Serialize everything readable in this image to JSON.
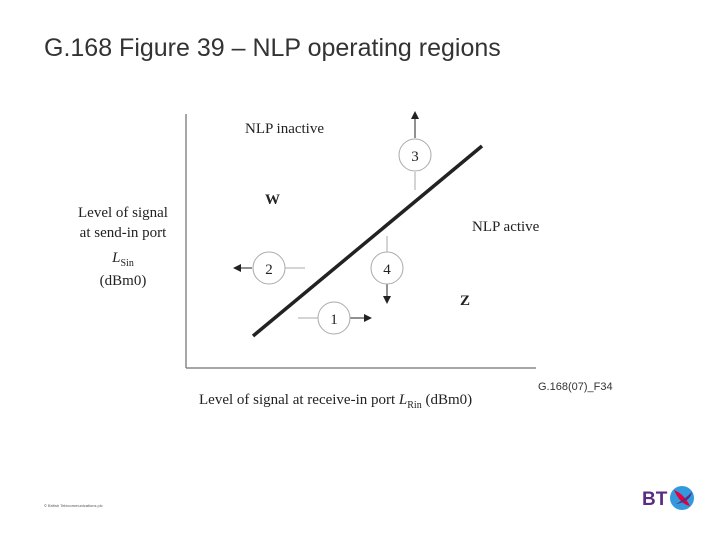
{
  "slide": {
    "title": "G.168 Figure 39 – NLP operating regions"
  },
  "diagram": {
    "y_label_line1": "Level of signal",
    "y_label_line2": "at send-in port",
    "y_label_symbol": "L",
    "y_label_subscript": "Sin",
    "y_label_unit": "(dBm0)",
    "x_label_text": "Level of signal at receive-in port ",
    "x_label_symbol": "L",
    "x_label_subscript": "Rin",
    "x_label_unit": " (dBm0)",
    "region_inactive": "NLP inactive",
    "region_active": "NLP active",
    "region_w": "W",
    "region_z": "Z",
    "marker_1": "1",
    "marker_2": "2",
    "marker_3": "3",
    "marker_4": "4",
    "figure_ref": "G.168(07)_F34"
  },
  "footer": {
    "copyright": "© British Telecommunications plc"
  },
  "logo": {
    "text": "BT",
    "colors": {
      "primary": "#5a2d82",
      "secondary": "#3399dd",
      "accent": "#e4003b"
    }
  }
}
